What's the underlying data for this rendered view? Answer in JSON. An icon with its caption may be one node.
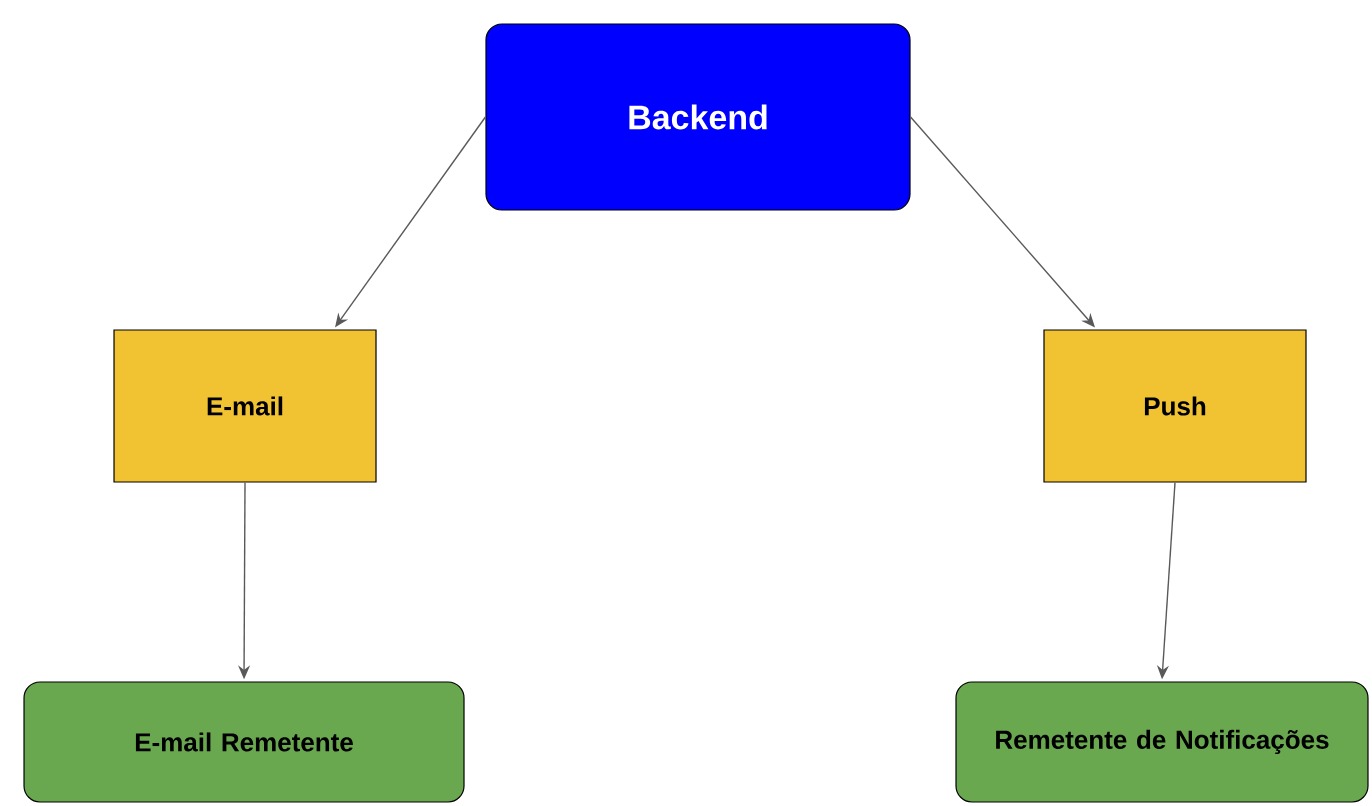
{
  "diagram": {
    "nodes": [
      {
        "text": [
          "Backend"
        ]
      },
      {
        "text": [
          "E-mail"
        ]
      },
      {
        "text": [
          "Push"
        ]
      },
      {
        "text": [
          "E-mail Remetente"
        ]
      },
      {
        "text": [
          "Remetente de Notificações"
        ]
      }
    ],
    "edges": [
      {
        "from": 0,
        "to": 1,
        "arrow": "to"
      },
      {
        "from": 0,
        "to": 2,
        "arrow": "to"
      },
      {
        "from": 1,
        "to": 3,
        "arrow": "to"
      },
      {
        "from": 2,
        "to": 4,
        "arrow": "to"
      }
    ]
  }
}
